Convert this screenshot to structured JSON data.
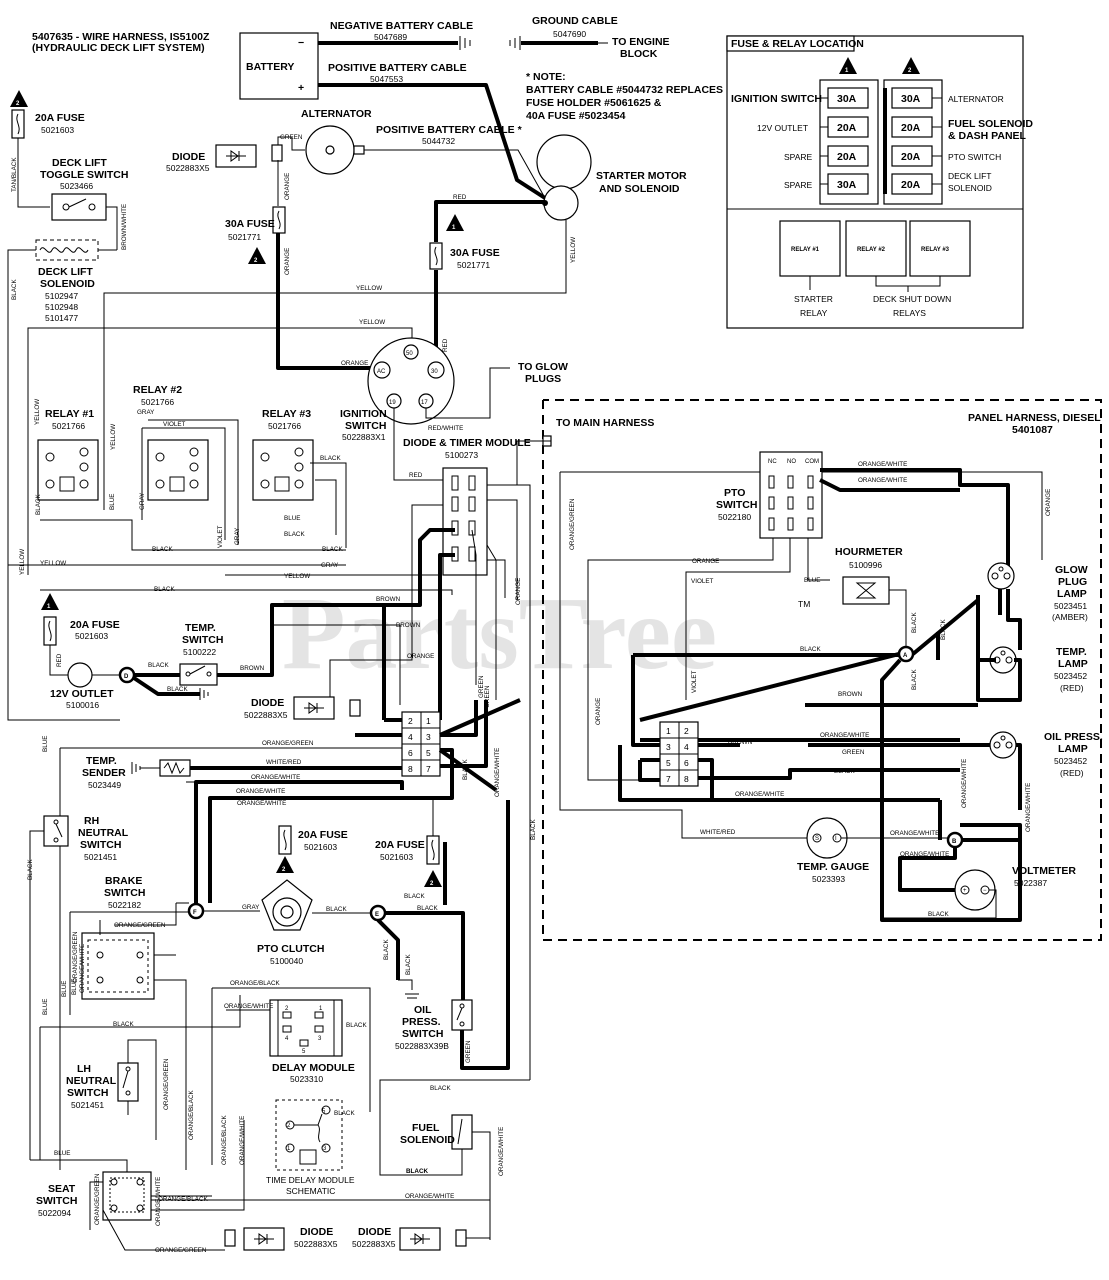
{
  "header": {
    "title": "5407635 - WIRE HARNESS, IS5100Z",
    "subtitle": "(HYDRAULIC DECK LIFT SYSTEM)"
  },
  "battery": {
    "label": "BATTERY",
    "neg": "−",
    "pos": "+"
  },
  "cables": {
    "negative_label": "NEGATIVE BATTERY CABLE",
    "negative_part": "5047689",
    "ground_label": "GROUND CABLE",
    "ground_part": "5047690",
    "engine_block": "TO ENGINE",
    "engine_block2": "BLOCK",
    "positive_label": "POSITIVE BATTERY CABLE",
    "positive_part": "5047553",
    "positive2_label": "POSITIVE BATTERY CABLE *",
    "positive2_part": "5044732"
  },
  "note": {
    "line1": "* NOTE:",
    "line2": "BATTERY CABLE #5044732 REPLACES",
    "line3": "FUSE HOLDER #5061625 &",
    "line4": "40A FUSE #5023454"
  },
  "fuse_relay": {
    "title": "FUSE & RELAY LOCATION",
    "badge1": "1",
    "badge2": "2",
    "left_labels": [
      "IGNITION SWITCH",
      "12V OUTLET",
      "SPARE",
      "SPARE"
    ],
    "left_fuses": [
      "30A",
      "20A",
      "20A",
      "30A"
    ],
    "right_fuses": [
      "30A",
      "20A",
      "20A",
      "20A"
    ],
    "right_labels": [
      "ALTERNATOR",
      "FUEL SOLENOID",
      "& DASH PANEL",
      "PTO SWITCH",
      "DECK LIFT",
      "SOLENOID"
    ],
    "relays": [
      "RELAY #1",
      "RELAY #2",
      "RELAY #3"
    ],
    "starter_relay": [
      "STARTER",
      "RELAY"
    ],
    "deck_relays": [
      "DECK SHUT DOWN",
      "RELAYS"
    ]
  },
  "components": {
    "fuse20_top": {
      "name": "20A FUSE",
      "part": "5021603"
    },
    "deck_lift_switch": {
      "name1": "DECK LIFT",
      "name2": "TOGGLE SWITCH",
      "part": "5023466"
    },
    "deck_lift_solenoid": {
      "name1": "DECK LIFT",
      "name2": "SOLENOID",
      "parts": [
        "5102947",
        "5102948",
        "5101477"
      ]
    },
    "alternator": {
      "name": "ALTERNATOR"
    },
    "diode_top": {
      "name": "DIODE",
      "part": "5022883X5"
    },
    "fuse30_left": {
      "name": "30A FUSE",
      "part": "5021771"
    },
    "fuse30_mid": {
      "name": "30A FUSE",
      "part": "5021771"
    },
    "starter": {
      "name1": "STARTER MOTOR",
      "name2": "AND SOLENOID"
    },
    "relay1": {
      "name": "RELAY #1",
      "part": "5021766"
    },
    "relay2": {
      "name": "RELAY #2",
      "part": "5021766"
    },
    "relay3": {
      "name": "RELAY #3",
      "part": "5021766"
    },
    "ignition": {
      "name1": "IGNITION",
      "name2": "SWITCH",
      "part": "5022883X1",
      "t50": "50",
      "tac": "AC",
      "t30": "30",
      "t19": "19",
      "t17": "17"
    },
    "glow_plugs": {
      "name1": "TO GLOW",
      "name2": "PLUGS"
    },
    "diode_timer": {
      "name": "DIODE & TIMER MODULE",
      "part": "5100273"
    },
    "fuse20_outlet": {
      "name": "20A FUSE",
      "part": "5021603"
    },
    "outlet": {
      "name": "12V OUTLET",
      "part": "5100016"
    },
    "temp_switch": {
      "name1": "TEMP.",
      "name2": "SWITCH",
      "part": "5100222"
    },
    "diode_mid": {
      "name": "DIODE",
      "part": "5022883X5"
    },
    "temp_sender": {
      "name1": "TEMP.",
      "name2": "SENDER",
      "part": "5023449"
    },
    "rh_neutral": {
      "name1": "RH",
      "name2": "NEUTRAL",
      "name3": "SWITCH",
      "part": "5021451"
    },
    "brake_switch": {
      "name1": "BRAKE",
      "name2": "SWITCH",
      "part": "5022182"
    },
    "fuse20_a": {
      "name": "20A FUSE",
      "part": "5021603"
    },
    "fuse20_b": {
      "name": "20A FUSE",
      "part": "5021603"
    },
    "pto_clutch": {
      "name": "PTO CLUTCH",
      "part": "5100040"
    },
    "oil_switch": {
      "name1": "OIL",
      "name2": "PRESS.",
      "name3": "SWITCH",
      "part": "5022883X39B"
    },
    "lh_neutral": {
      "name1": "LH",
      "name2": "NEUTRAL",
      "name3": "SWITCH",
      "part": "5021451"
    },
    "delay_module": {
      "name": "DELAY MODULE",
      "part": "5023310",
      "schematic1": "TIME DELAY MODULE",
      "schematic2": "SCHEMATIC"
    },
    "fuel_solenoid": {
      "name1": "FUEL",
      "name2": "SOLENOID"
    },
    "seat_switch": {
      "name1": "SEAT",
      "name2": "SWITCH",
      "part": "5022094"
    },
    "diode_b1": {
      "name": "DIODE",
      "part": "5022883X5"
    },
    "diode_b2": {
      "name": "DIODE",
      "part": "5022883X5"
    }
  },
  "panel": {
    "to_main": "TO MAIN HARNESS",
    "title": "PANEL HARNESS, DIESEL",
    "part": "5401087",
    "pto_switch": {
      "name1": "PTO",
      "name2": "SWITCH",
      "part": "5022180",
      "nc": "NC",
      "no": "NO",
      "com": "COM"
    },
    "hourmeter": {
      "name": "HOURMETER",
      "part": "5100996"
    },
    "glow_lamp": {
      "name1": "GLOW",
      "name2": "PLUG",
      "name3": "LAMP",
      "part": "5023451",
      "color": "(AMBER)"
    },
    "temp_lamp": {
      "name1": "TEMP.",
      "name2": "LAMP",
      "part": "5023452",
      "color": "(RED)"
    },
    "oil_lamp": {
      "name1": "OIL PRESS.",
      "name2": "LAMP",
      "part": "5023452",
      "color": "(RED)"
    },
    "temp_gauge": {
      "name": "TEMP. GAUGE",
      "part": "5023393"
    },
    "voltmeter": {
      "name": "VOLTMETER",
      "part": "5022387"
    }
  },
  "connector_pins": [
    "1",
    "2",
    "3",
    "4",
    "5",
    "6",
    "7",
    "8"
  ],
  "nodes": {
    "a": "A",
    "b": "B",
    "d": "D",
    "e": "E",
    "f": "F"
  },
  "badges": {
    "one": "1",
    "two": "2"
  },
  "wire_labels": {
    "green": "GREEN",
    "red": "RED",
    "orange": "ORANGE",
    "yellow": "YELLOW",
    "black": "BLACK",
    "blue": "BLUE",
    "gray": "GRAY",
    "violet": "VIOLET",
    "brown": "BROWN",
    "white_red": "WHITE/RED",
    "orange_white": "ORANGE/WHITE",
    "orange_green": "ORANGE/GREEN",
    "orange_black": "ORANGE/BLACK",
    "brown_white": "BROWN/WHITE",
    "tan_black": "TAN/BLACK",
    "red_white": "RED/WHITE",
    "black_bold": "BLACK"
  },
  "watermark": {
    "text": "PartsTree",
    "tm": "TM"
  }
}
